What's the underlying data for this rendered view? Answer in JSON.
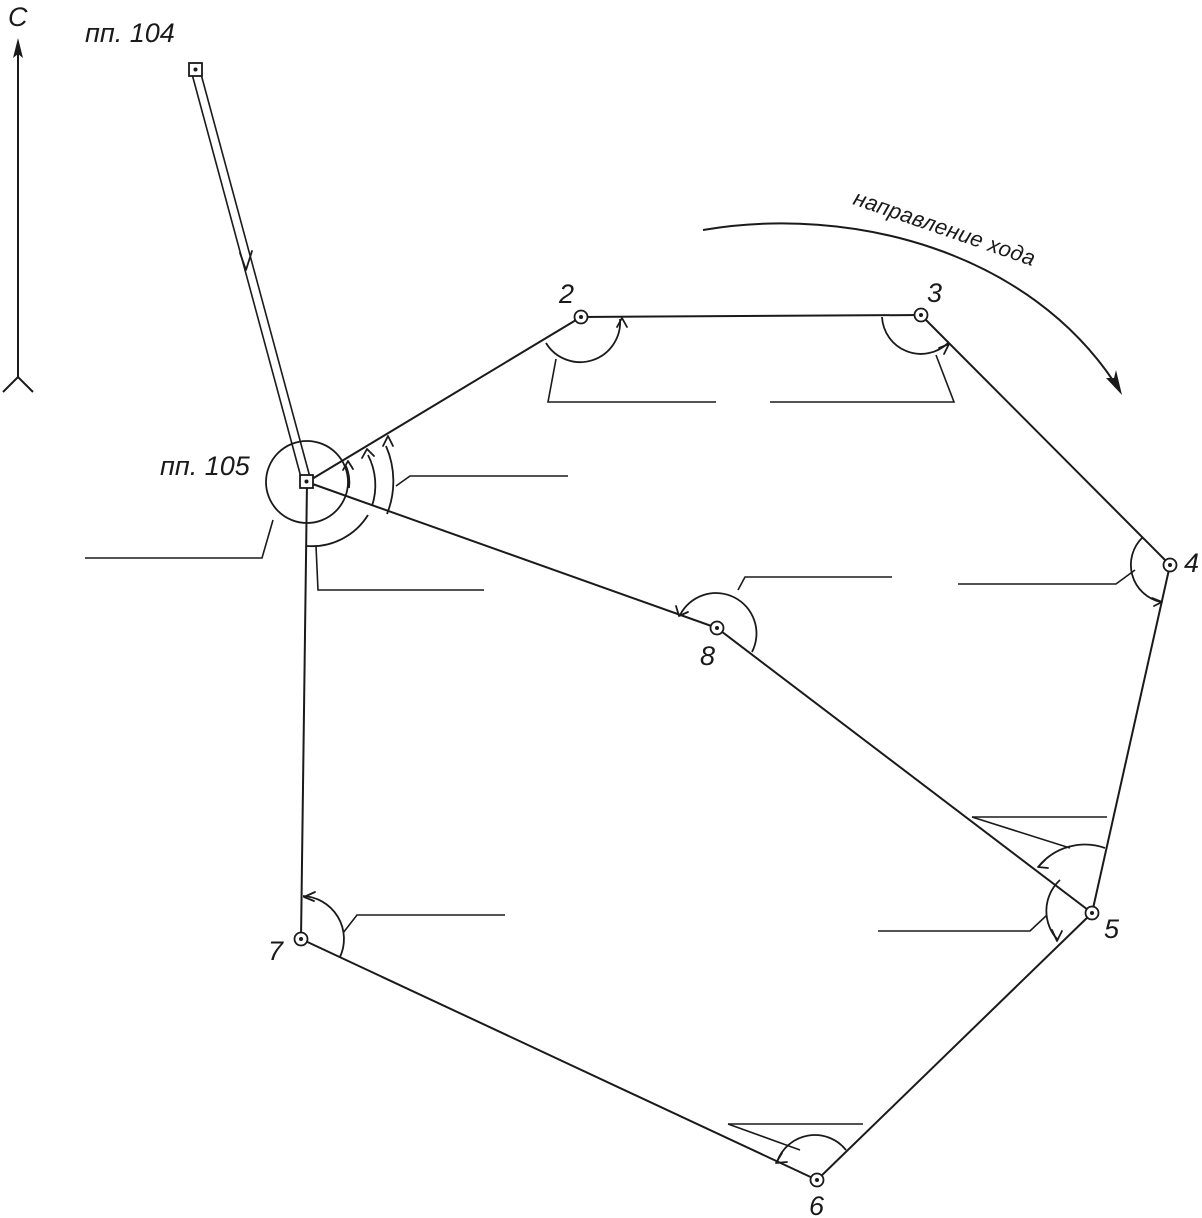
{
  "north_label": "С",
  "direction_label": "направление хода",
  "control_points": {
    "pp104": "пп. 104",
    "pp105": "пп. 105"
  },
  "traverse_points": {
    "p2": "2",
    "p3": "3",
    "p4": "4",
    "p5": "5",
    "p6": "6",
    "p7": "7",
    "p8": "8"
  },
  "colors": {
    "line": "#1a1a1a",
    "background": "#ffffff"
  }
}
